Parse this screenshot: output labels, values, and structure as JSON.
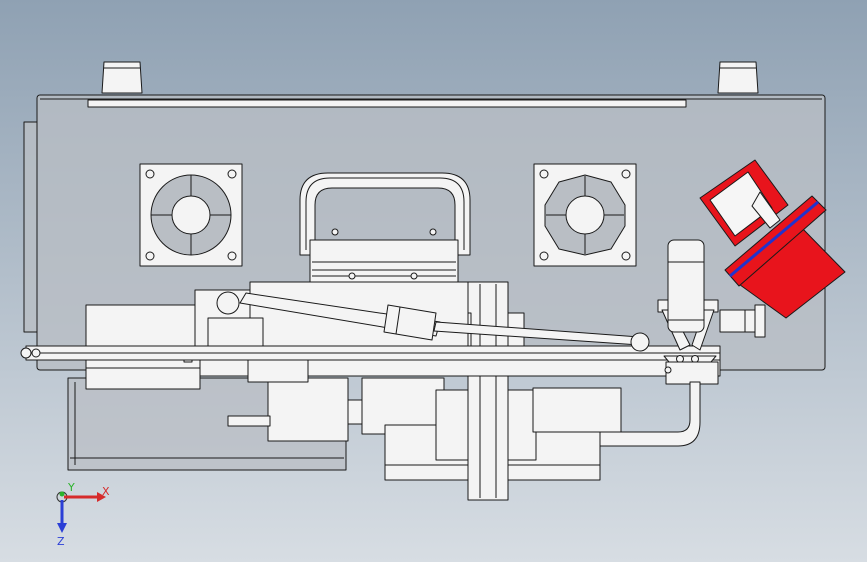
{
  "viewport": {
    "background_top": "#8fa1b3",
    "background_bottom": "#d7dde3"
  },
  "triad": {
    "x_label": "X",
    "y_label": "Y",
    "z_label": "Z",
    "x_color": "#d62b2b",
    "y_color": "#2bb32b",
    "z_color": "#2b3fd6"
  },
  "model": {
    "housing_color": "#b9bec4",
    "part_color": "#f4f4f4",
    "edge_color": "#1a1a1a",
    "connector_color": "#e8141c",
    "connector_insert_color": "#f6f6f6",
    "seal_color": "#2233cc"
  }
}
